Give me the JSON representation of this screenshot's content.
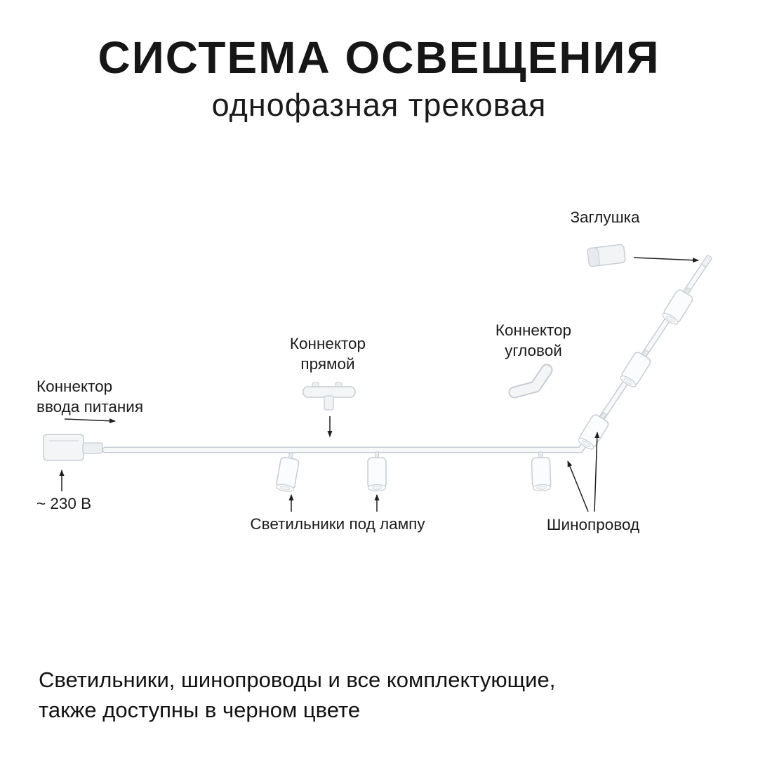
{
  "header": {
    "title": "СИСТЕМА ОСВЕЩЕНИЯ",
    "subtitle": "однофазная трековая"
  },
  "diagram": {
    "labels": {
      "end_cap": "Заглушка",
      "corner_connector": "Коннектор\nугловой",
      "straight_connector": "Коннектор\nпрямой",
      "power_connector": "Коннектор\nввода питания",
      "voltage": "~ 230 В",
      "fixtures": "Светильники под лампу",
      "track": "Шинопровод"
    },
    "icons": {
      "track_path": "track-path",
      "power_connector": "power-connector-icon",
      "straight_connector": "straight-connector-icon",
      "corner_connector": "corner-connector-icon",
      "end_cap": "end-cap-icon",
      "spotlight": "spotlight-fixture",
      "arrow": "annotation-arrow"
    }
  },
  "footer": {
    "text": "Светильники, шинопроводы и все комплектующие,\nтакже доступны в черном цвете"
  },
  "colors": {
    "background": "#ffffff",
    "text": "#1b1b1b",
    "outline": "#c7cdd4",
    "fixture_fill": "#f6f7f9",
    "arrow": "#1f1f1f"
  }
}
